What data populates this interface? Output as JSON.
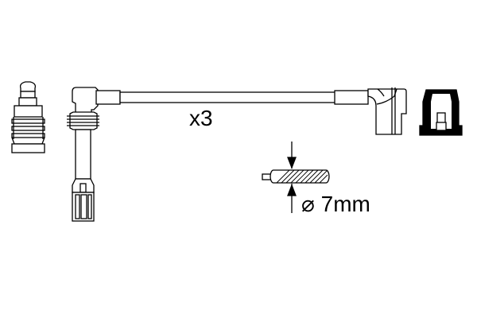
{
  "diagram": {
    "type": "ignition-cable-set-technical-drawing",
    "quantity_label": "x3",
    "diameter_label": "⌀ 7mm",
    "colors": {
      "line": "#000000",
      "background": "#ffffff",
      "fill_dark": "#000000"
    },
    "components": [
      {
        "name": "spark-plug-connector-straight"
      },
      {
        "name": "ignition-cable-with-angled-plug-and-terminal"
      },
      {
        "name": "angled-distributor-cap-connector"
      },
      {
        "name": "coil-terminal-boot-dark"
      },
      {
        "name": "cable-cross-section-diameter"
      }
    ]
  }
}
